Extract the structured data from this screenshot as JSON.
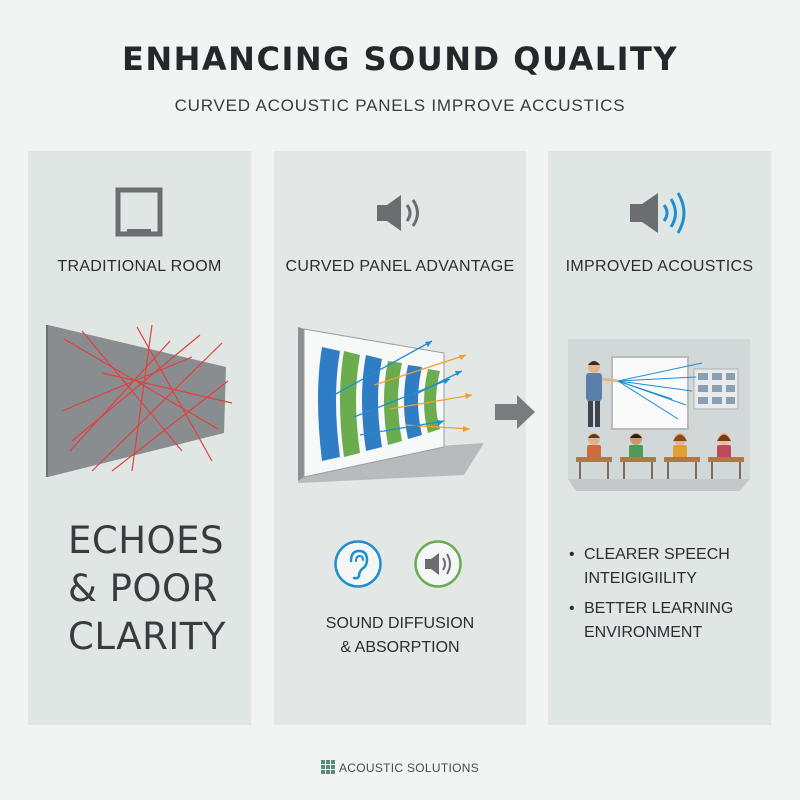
{
  "header": {
    "title": "ENHANCING SOUND QUALITY",
    "subtitle": "CURVED ACOUSTIC PANELS IMPROVE ACCUSTICS"
  },
  "panels": [
    {
      "heading": "TRADITIONAL ROOM",
      "icon": "room-frame-icon",
      "illustration": "wall-with-echo-lines",
      "caption": "ECHOES\n& POOR\n CLARITY"
    },
    {
      "heading": "CURVED PANEL ADVANTAGE",
      "icon": "speaker-icon",
      "illustration": "curved-panels-diffusing-sound",
      "badges": [
        "ear-icon",
        "speaker-icon"
      ],
      "caption": "SOUND DIFFUSION\n& ABSORPTION"
    },
    {
      "heading": "IMPROVED ACOUSTICS",
      "icon": "speaker-loud-icon",
      "illustration": "classroom-teacher-students",
      "benefits": [
        "CLEARER SPEECH\nINTEIGIGIILITY",
        "BETTER LEARNING\nENVIRONMENT"
      ]
    }
  ],
  "bullet": "•",
  "footer": {
    "brand": "ACOUSTIC SOLUTIONS",
    "icon": "grid-logo-icon"
  },
  "colors": {
    "accent_blue": "#1f8fd0",
    "accent_orange": "#f0a030",
    "panel_blue": "#2f7dc4",
    "panel_green": "#6aac4e",
    "echo_red": "#e0403f",
    "panel_bg": "#dfe6e4"
  }
}
